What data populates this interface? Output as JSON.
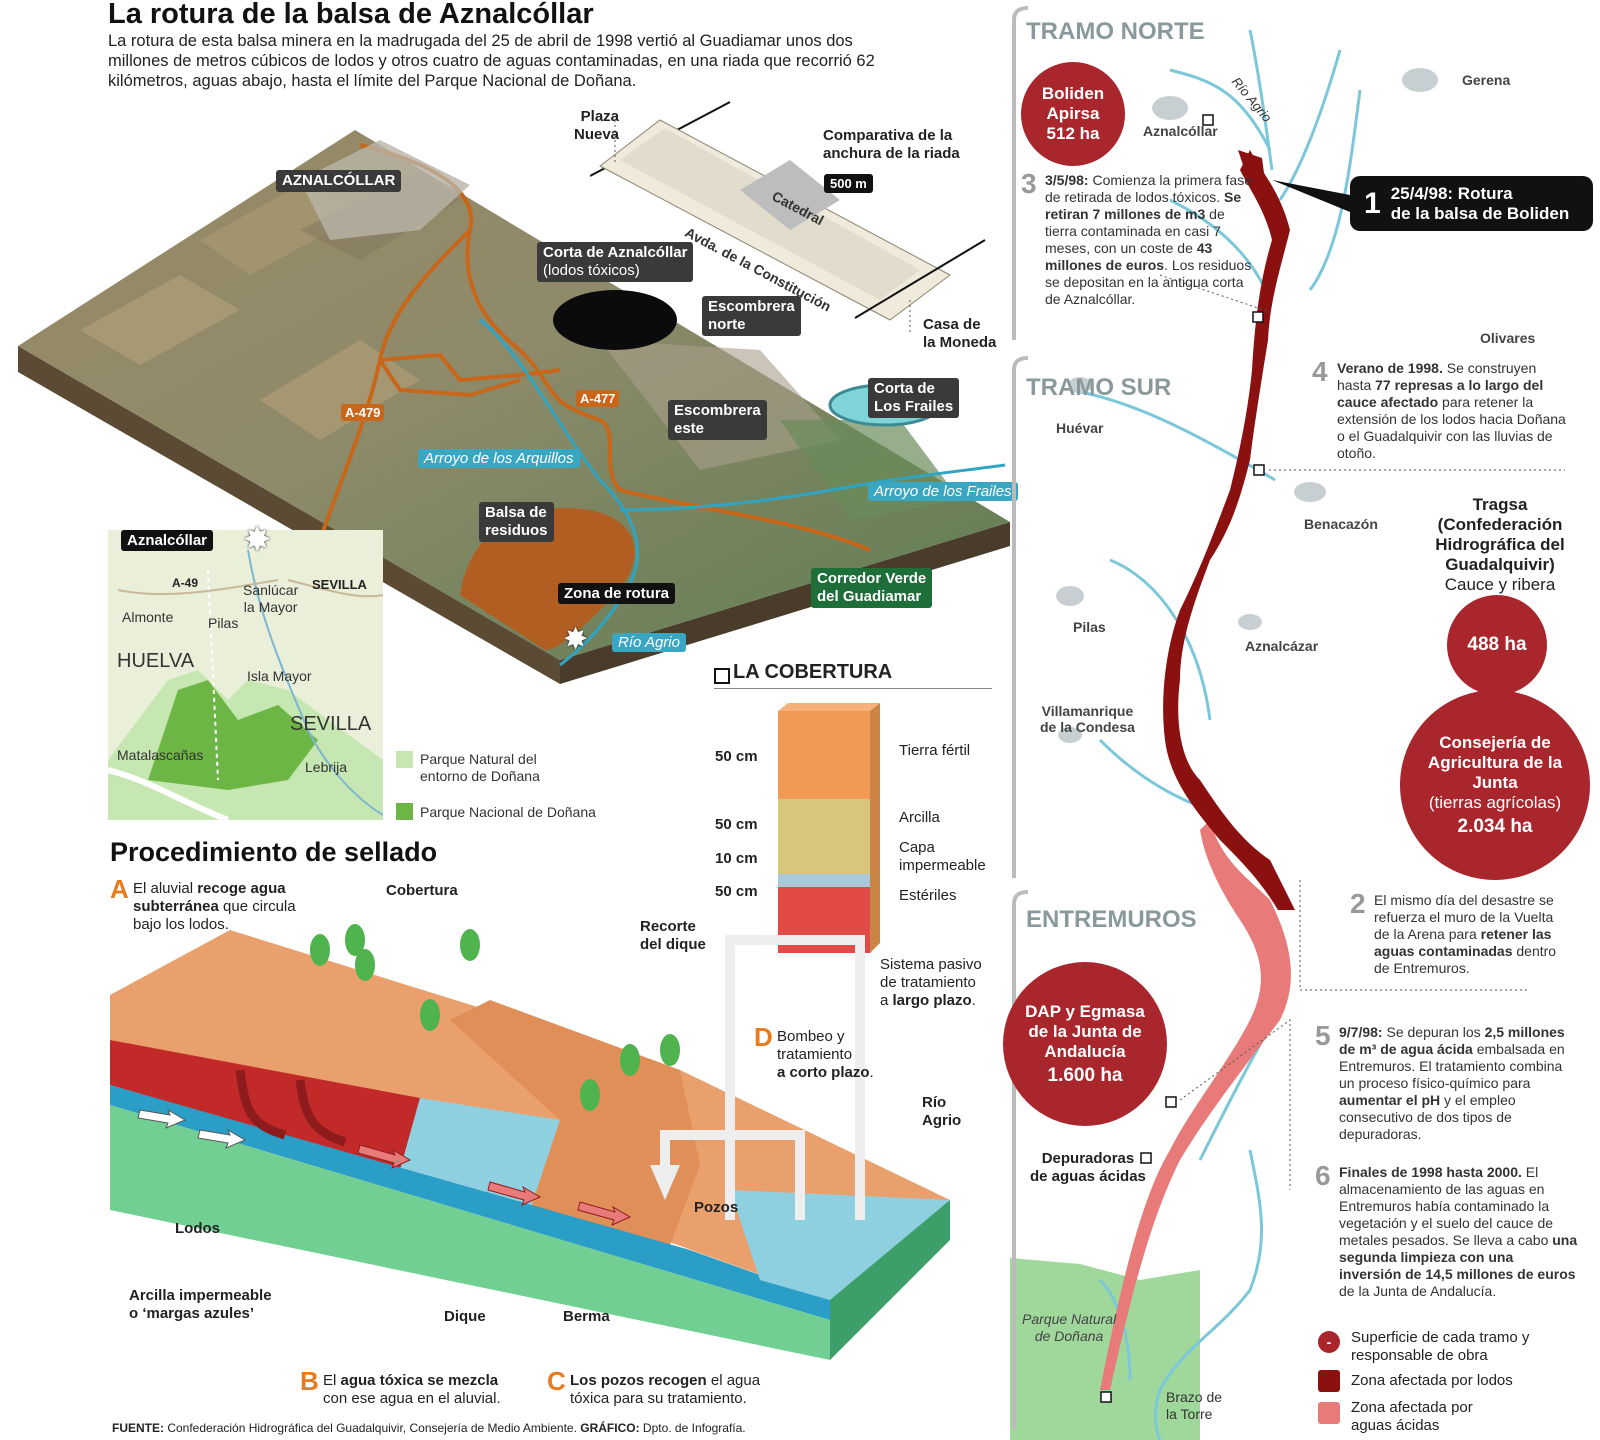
{
  "title": "La rotura de la balsa de Aznalcóllar",
  "intro": [
    "La rotura de esta balsa minera en la madrugada del 25 de abril de 1998 vertió al Guadiamar unos dos",
    "millones de metros cúbicos de lodos y otros cuatro de aguas contaminadas, en una riada que recorrió 62",
    "kilómetros, aguas abajo, hasta el límite del Parque Nacional de Doñana."
  ],
  "aerial": {
    "aznalcollar": "AZNALCÓLLAR",
    "plaza_nueva": [
      "Plaza",
      "Nueva"
    ],
    "comparativa": [
      "Comparativa de la",
      "anchura de la riada"
    ],
    "scale": "500 m",
    "catedral": "Catedral",
    "avda": "Avda. de la Constitución",
    "casa_moneda": [
      "Casa de",
      "la Moneda"
    ],
    "corta": "Corta de Aznalcóllar",
    "corta_sub": "(lodos tóxicos)",
    "escombrera_norte": [
      "Escombrera",
      "norte"
    ],
    "escombrera_este": [
      "Escombrera",
      "este"
    ],
    "corta_frailes": [
      "Corta de",
      "Los Frailes"
    ],
    "a479": "A-479",
    "a477": "A-477",
    "arroyo_arquillos": "Arroyo de los Arquillos",
    "arroyo_frailes": "Arroyo de los Frailes",
    "balsa": [
      "Balsa de",
      "residuos"
    ],
    "zona_rotura": "Zona de rotura",
    "corredor": [
      "Corredor Verde",
      "del Guadiamar"
    ],
    "rio_agrio": "Río Agrio"
  },
  "locator": {
    "aznalcollar": "Aznalcóllar",
    "a49": "A-49",
    "sanlucar": [
      "Sanlúcar",
      "la Mayor"
    ],
    "sevilla_city": "SEVILLA",
    "almonte": "Almonte",
    "pilas": "Pilas",
    "huelva": "HUELVA",
    "isla_mayor": "Isla Mayor",
    "sevilla_prov": "SEVILLA",
    "matalascanas": "Matalascañas",
    "lebrija": "Lebrija",
    "legend_natural": [
      "Parque Natural del",
      "entorno de Doñana"
    ],
    "legend_nacional": "Parque Nacional de Doñana"
  },
  "cobertura": {
    "title": "LA COBERTURA",
    "layers": [
      {
        "thickness": "50 cm",
        "name": "Tierra fértil"
      },
      {
        "thickness": "50 cm",
        "name": "Arcilla"
      },
      {
        "thickness": "10 cm",
        "name": "Capa impermeable"
      },
      {
        "thickness": "50 cm",
        "name": "Estériles"
      }
    ]
  },
  "sellado": {
    "title": "Procedimiento de sellado",
    "A_letter": "A",
    "A_text": [
      "El aluvial ",
      "recoge agua",
      "subterránea",
      " que circula",
      "bajo los lodos."
    ],
    "cobertura": "Cobertura",
    "recorte": [
      "Recorte",
      "del dique"
    ],
    "sistema": [
      "Sistema pasivo",
      "de tratamiento",
      "a ",
      "largo plazo",
      "."
    ],
    "D_letter": "D",
    "D_text": [
      "Bombeo y",
      "tratamiento",
      "a corto plazo",
      "."
    ],
    "rio_agrio": [
      "Río",
      "Agrio"
    ],
    "pozos": "Pozos",
    "lodos": "Lodos",
    "arcilla": [
      "Arcilla impermeable",
      "o ‘margas azules’"
    ],
    "dique": "Dique",
    "berma": "Berma",
    "B_letter": "B",
    "B_text": [
      "El ",
      "agua tóxica se mezcla",
      "con ese agua en el aluvial."
    ],
    "C_letter": "C",
    "C_text": [
      "Los pozos recogen",
      " el agua",
      "tóxica para su tratamiento."
    ]
  },
  "source": {
    "label1": "FUENTE:",
    "text1": " Confederación Hidrográfica del Guadalquivir, Consejería de Medio Ambiente.",
    "label2": "GRÁFICO:",
    "text2": " Dpto. de Infografía."
  },
  "river_map": {
    "tramo_norte": "TRAMO NORTE",
    "tramo_sur": "TRAMO SUR",
    "entremuros": "ENTREMUROS",
    "boliden": {
      "name": [
        "Boliden",
        "Apirsa"
      ],
      "area": "512 ha"
    },
    "tragsa": {
      "name": [
        "Tragsa",
        "(Confederación",
        "Hidrográfica del",
        "Guadalquivir)"
      ],
      "sub": "Cauce y ribera",
      "area": "488 ha"
    },
    "consejeria": {
      "name": [
        "Consejería de",
        "Agricultura de la",
        "Junta"
      ],
      "sub": "(tierras agrícolas)",
      "area": "2.034 ha"
    },
    "dap": {
      "name": [
        "DAP y Egmasa",
        "de la Junta de",
        "Andalucía"
      ],
      "area": "1.600 ha"
    },
    "towns": {
      "gerena": "Gerena",
      "aznalcollar": "Aznalcóllar",
      "rio_agrio": "Río Agrio",
      "olivares": "Olivares",
      "huevar": "Huévar",
      "benacazon": "Benacazón",
      "pilas": "Pilas",
      "aznalcazar": "Aznalcázar",
      "villamanrique": [
        "Villamanrique",
        "de la Condesa"
      ],
      "parque_natural": [
        "Parque Natural",
        "de Doñana"
      ],
      "depuradoras": [
        "Depuradoras",
        "de aguas ácidas"
      ],
      "brazo": [
        "Brazo de",
        "la Torre"
      ]
    },
    "event1": {
      "num": "1",
      "text": [
        "25/4/98: Rotura",
        "de la balsa de Boliden"
      ]
    },
    "event2": {
      "num": "2",
      "text": [
        "El mismo día del desastre",
        "se refuerza el muro de la",
        "Vuelta de la Arena para",
        "retener las aguas",
        "contaminadas",
        " dentro de",
        "Entremuros."
      ]
    },
    "event3": {
      "num": "3",
      "text": [
        "3/5/98:",
        " Comienza la primera",
        "fase de retirada de lodos",
        "tóxicos. ",
        "Se retiran 7",
        "millones de m3",
        " de tierra",
        "contaminada en casi 7",
        "meses, con un coste de ",
        "43",
        "millones de euros",
        ". Los",
        "residuos se depositan en la",
        "antigua corta de Aznalcóllar."
      ]
    },
    "event4": {
      "num": "4",
      "text": [
        "Verano de 1998.",
        " Se construyen",
        "hasta ",
        "77 represas a lo largo",
        "del cauce afectado",
        " para retener",
        "la extensión de los lodos hacia",
        "Doñana o el Guadalquivir con las",
        "lluvias de otoño."
      ]
    },
    "event5": {
      "num": "5",
      "text": [
        "9/7/98:",
        " Se depuran los ",
        "2,5",
        "millones de m³ de agua ácida",
        "embalsada en Entremuros. El",
        "tratamiento combina un proceso",
        "físico-químico para ",
        "aumentar el",
        "pH",
        " y el empleo consecutivo de dos",
        "tipos de depuradoras."
      ]
    },
    "event6": {
      "num": "6",
      "text": [
        "Finales de 1998 hasta 2000.",
        " El",
        "almacenamiento de las aguas en",
        "Entremuros había contaminado la",
        "vegetación y el suelo del cauce de",
        "metales pesados. Se lleva a cabo",
        "una segunda limpieza con una",
        "inversión de 14,5 millones de",
        "euros",
        " de la Junta de Andalucía."
      ]
    },
    "legend": {
      "surface": [
        "Superficie de cada tramo y",
        "responsable de obra"
      ],
      "surface_mark": "-",
      "lodos": "Zona afectada por lodos",
      "acidas": [
        "Zona afectada por",
        "aguas ácidas"
      ]
    }
  },
  "colors": {
    "red": "#a8262c",
    "pink": "#e87a7a",
    "teal": "#3aa7c2",
    "orange": "#e87b1e",
    "park": "#9fd89a"
  }
}
